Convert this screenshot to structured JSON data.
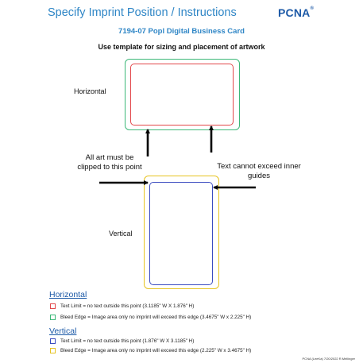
{
  "header": {
    "title": "Specify Imprint Position / Instructions",
    "logo_text": "PCNA",
    "logo_mark": "®"
  },
  "product_title": "7194-07 Popl Digital Business Card",
  "instructions": "Use template for sizing and placement of artwork",
  "diagram": {
    "horizontal_label": "Horizontal",
    "vertical_label": "Vertical",
    "callout_art": "All art must be clipped to this point",
    "callout_text": "Text cannot exceed inner guides"
  },
  "legend": {
    "horizontal": {
      "heading": "Horizontal",
      "items": [
        {
          "color": "#e2484b",
          "text": "Text Limit = no text outside this point (3.1185\" W X 1.876\" H)"
        },
        {
          "color": "#3cb878",
          "text": "Bleed Edge = Image area only no imprint will exceed this edge (3.4675\" W x 2.225\" H)"
        }
      ]
    },
    "vertical": {
      "heading": "Vertical",
      "items": [
        {
          "color": "#3b4cc0",
          "text": "Text Limit = no text outside this point (1.876\" W X 3.1185\" H)"
        },
        {
          "color": "#e6c320",
          "text": "Bleed Edge = Image area only no imprint will exceed this edge (2.225\" W x 3.4675\" H)"
        }
      ]
    }
  },
  "footer": "PCNA (LeeKa) 7/20/2022 R.Mellinger"
}
